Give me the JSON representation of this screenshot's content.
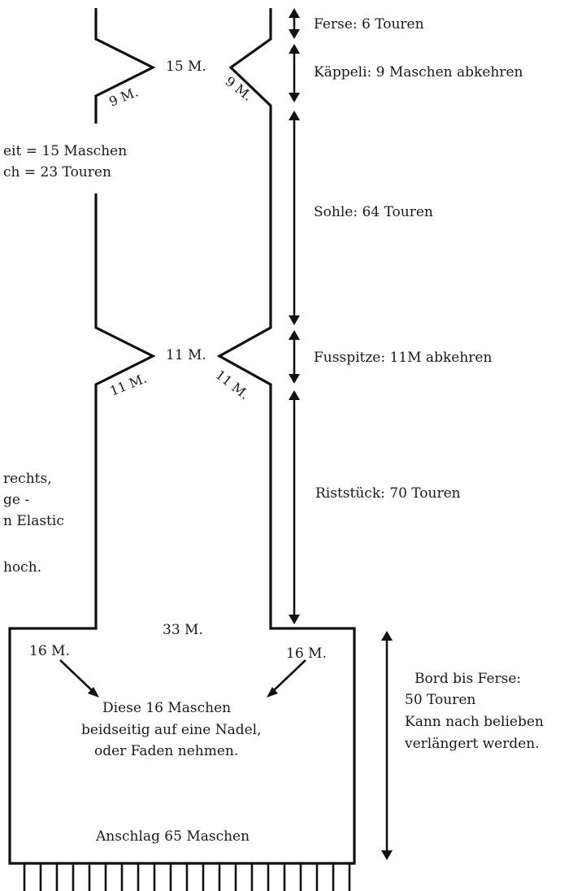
{
  "labels": {
    "ferse": "Ferse:  6 Touren",
    "kaeppeli": "Käppeli: 9 Maschen abkehren",
    "sohle": "Sohle:  64 Touren",
    "fusspitze": "Fusspitze: 11M abkehren",
    "riststueck": "Riststück:  70 Touren",
    "bord_line1": "Bord bis Ferse:",
    "bord_line2": "50 Touren",
    "bord_line3": "Kann nach belieben",
    "bord_line4": "verlängert werden.",
    "left_note_line1": "eit = 15 Maschen",
    "left_note_line2": "ch  = 23 Touren",
    "left_note2_line1": "rechts,",
    "left_note2_line2": "ge -",
    "left_note2_line3": "n Elastic",
    "left_note2_line4": "hoch.",
    "heel_center": "15 M.",
    "heel_left": "9 M.",
    "heel_right": "9 M.",
    "toe_center": "11 M.",
    "toe_left": "11 M.",
    "toe_right": "11 M.",
    "top_center": "33 M.",
    "left_16": "16 M.",
    "right_16": "16 M.",
    "instr_line1": "Diese 16 Maschen",
    "instr_line2": "beidseitig auf eine Nadel,",
    "instr_line3": "oder Faden nehmen.",
    "anschlag": "Anschlag 65 Maschen"
  },
  "colors": {
    "ink": "#111111",
    "paper": "#ffffff"
  }
}
